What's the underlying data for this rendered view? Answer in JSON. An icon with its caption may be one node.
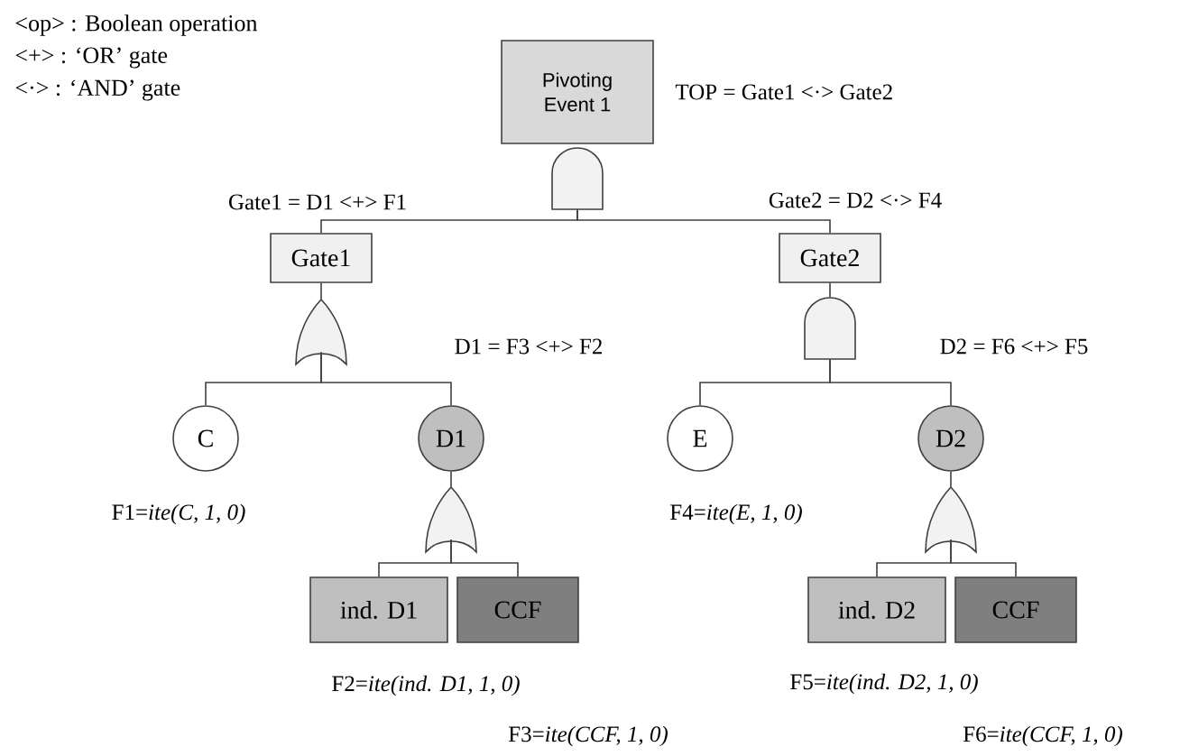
{
  "diagram": {
    "nodes": [
      {
        "text": [
          "Pivoting Event 1"
        ]
      },
      {
        "text": [],
        "shape": "and-gate"
      },
      {
        "text": [
          "Gate1"
        ]
      },
      {
        "text": [
          "Gate2"
        ]
      },
      {
        "text": [],
        "shape": "or-gate"
      },
      {
        "text": [],
        "shape": "and-gate"
      },
      {
        "text": [
          "C"
        ]
      },
      {
        "text": [
          "D1"
        ]
      },
      {
        "text": [
          "E"
        ]
      },
      {
        "text": [
          "D2"
        ]
      },
      {
        "text": [],
        "shape": "or-gate"
      },
      {
        "text": [],
        "shape": "or-gate"
      },
      {
        "text": [
          "ind. D1"
        ]
      },
      {
        "text": [
          "CCF"
        ]
      },
      {
        "text": [
          "ind. D2"
        ]
      },
      {
        "text": [
          "CCF"
        ]
      }
    ],
    "edges": [
      {
        "from": 1,
        "to": 2,
        "arrow": "none"
      },
      {
        "from": 1,
        "to": 3,
        "arrow": "none"
      },
      {
        "from": 2,
        "to": 4,
        "arrow": "none"
      },
      {
        "from": 3,
        "to": 5,
        "arrow": "none"
      },
      {
        "from": 4,
        "to": 6,
        "arrow": "none"
      },
      {
        "from": 4,
        "to": 7,
        "arrow": "none"
      },
      {
        "from": 5,
        "to": 8,
        "arrow": "none"
      },
      {
        "from": 5,
        "to": 9,
        "arrow": "none"
      },
      {
        "from": 7,
        "to": 10,
        "arrow": "none"
      },
      {
        "from": 9,
        "to": 11,
        "arrow": "none"
      },
      {
        "from": 10,
        "to": 12,
        "arrow": "none"
      },
      {
        "from": 10,
        "to": 13,
        "arrow": "none"
      },
      {
        "from": 11,
        "to": 14,
        "arrow": "none"
      },
      {
        "from": 11,
        "to": 15,
        "arrow": "none"
      }
    ],
    "labels": [
      "<op> : Boolean operation",
      "<+> : ‘OR’ gate",
      "<·> : ‘AND’ gate",
      "TOP = Gate1 <·> Gate2",
      "Gate1 = D1 <+> F1",
      "Gate2 = D2 <·> F4",
      "D1 = F3 <+> F2",
      "D2 = F6 <+> F5",
      "F1=*ite(C, 1, 0)*",
      "F4=*ite(E, 1, 0)*",
      "F2=*ite(ind. D1, 1, 0)*",
      "F5=*ite(ind. D2, 1, 0)*",
      "F3=*ite(CCF, 1, 0)*",
      "F6=*ite(CCF, 1, 0)*"
    ]
  }
}
